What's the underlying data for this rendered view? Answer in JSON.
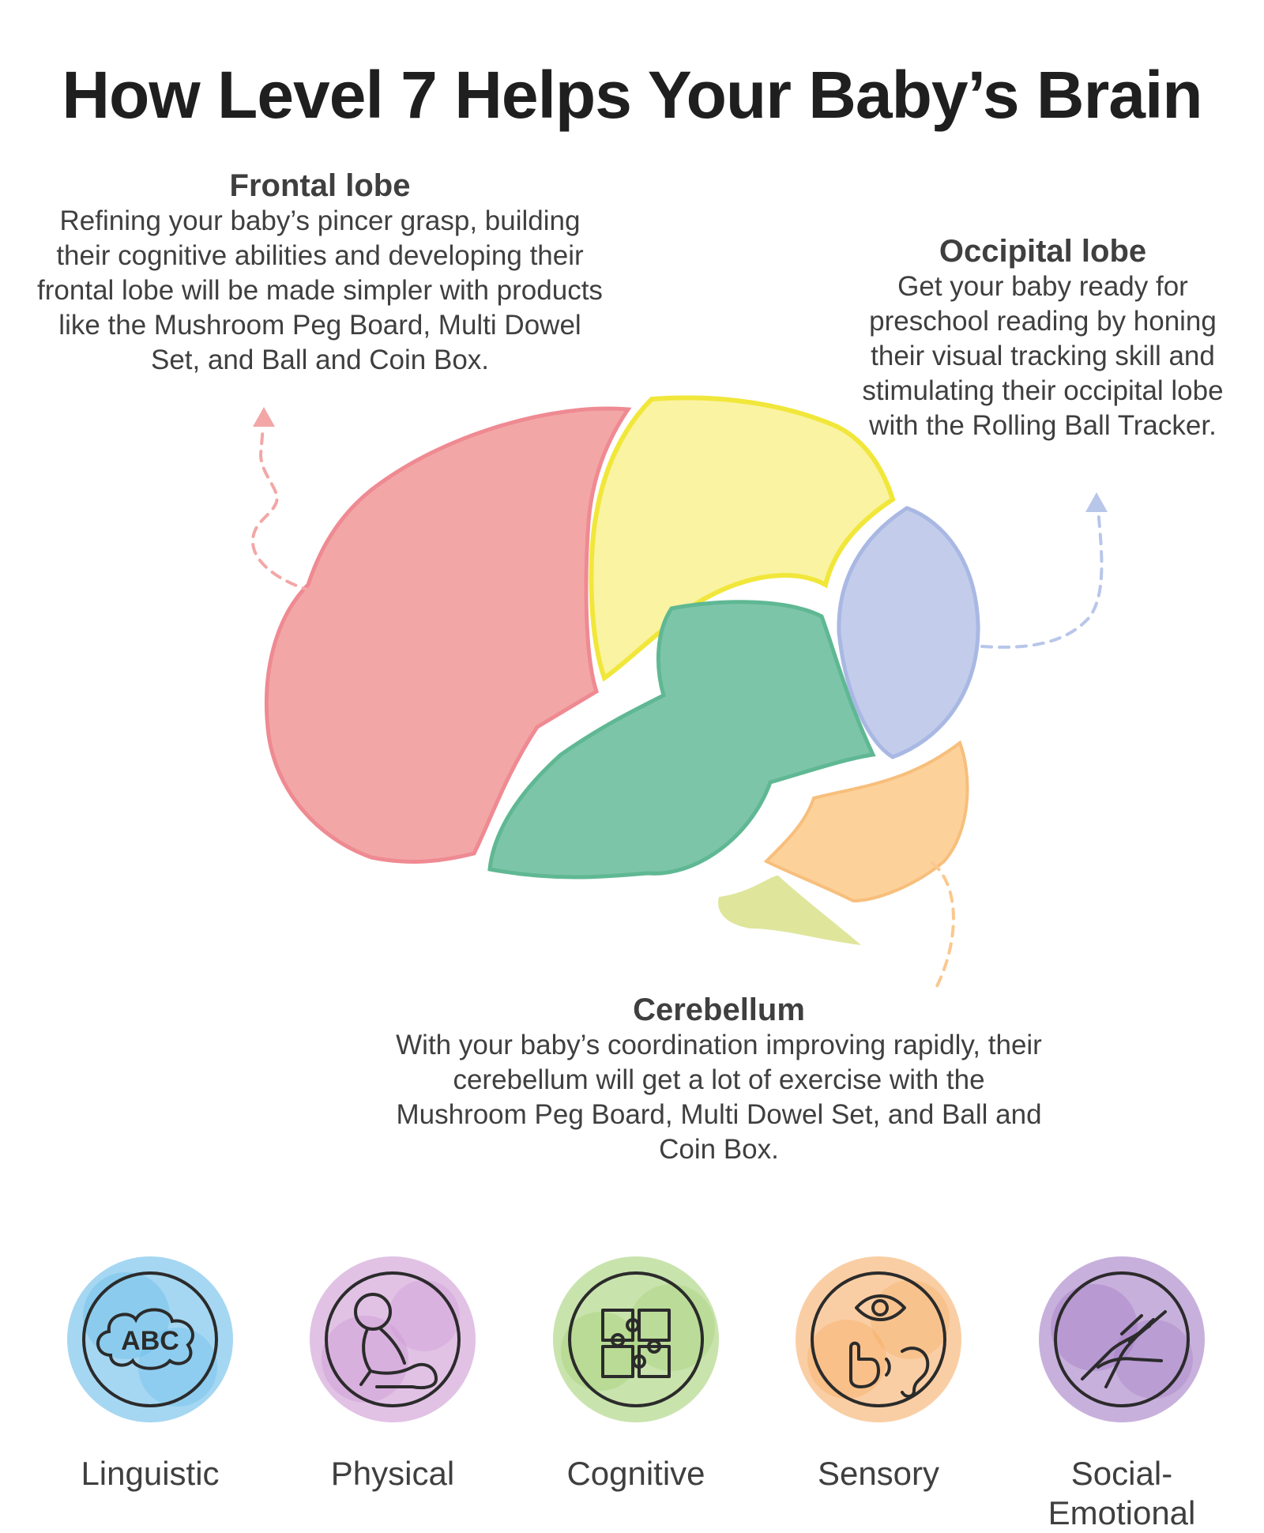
{
  "title": "How Level 7 Helps Your Baby’s Brain",
  "lobes": {
    "frontal": {
      "heading": "Frontal lobe",
      "text": "Refining your baby’s pincer grasp, building their cognitive abilities and developing their frontal lobe will be made simpler with products like the Mushroom Peg Board, Multi Dowel Set, and Ball and Coin Box.",
      "color": "#f2a7a6"
    },
    "occipital": {
      "heading": "Occipital lobe",
      "text": "Get your baby ready for preschool reading by honing their visual tracking skill and stimulating their occipital lobe with the Rolling Ball Tracker.",
      "color": "#c3cdeb"
    },
    "cerebellum": {
      "heading": "Cerebellum",
      "text": "With your baby’s coordination improving rapidly, their cerebellum will get a lot of exercise with the Mushroom Peg Board, Multi Dowel Set, and Ball and Coin Box.",
      "color": "#fdd19a"
    },
    "parietal_color": "#faf3a2",
    "temporal_color": "#7dc5a9",
    "brainstem_color": "#dfe59b"
  },
  "categories": [
    {
      "label": "Linguistic",
      "icon": "abc-cloud-icon",
      "color": "#5bb6e8"
    },
    {
      "label": "Physical",
      "icon": "crawling-baby-icon",
      "color": "#c98fcf"
    },
    {
      "label": "Cognitive",
      "icon": "puzzle-icon",
      "color": "#9ccc6a"
    },
    {
      "label": "Sensory",
      "icon": "eye-hand-ear-icon",
      "color": "#f5a65a"
    },
    {
      "label": "Social-Emotional",
      "icon": "holding-hands-icon",
      "color": "#9a6fc0"
    }
  ]
}
